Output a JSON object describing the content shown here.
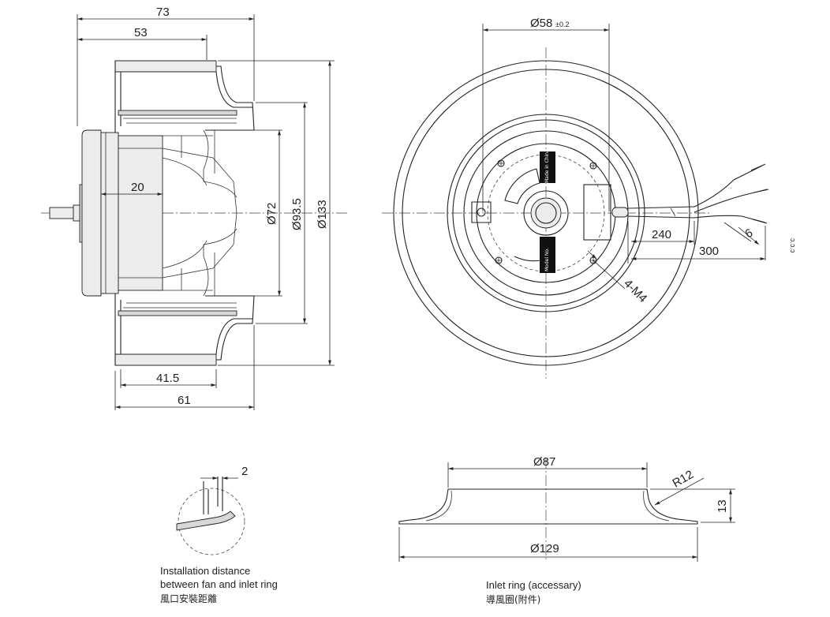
{
  "side_view": {
    "dims": {
      "overall_length": "73",
      "wheel_length": "53",
      "shaft_offset": "20",
      "dia_72": "Ø72",
      "dia_93_5": "Ø93.5",
      "dia_133": "Ø133",
      "bottom_41_5": "41.5",
      "bottom_61": "61"
    }
  },
  "front_view": {
    "dims": {
      "dia_58": "Ø58",
      "dia_58_tol": "±0.2",
      "lead_240": "240",
      "lead_300": "300",
      "strip_6": "6",
      "screws": "4-M4",
      "cut_text": "ɔ.ɔ.ɔ"
    },
    "labels": {
      "label_top": "Made in China",
      "label_bottom": "Model No."
    }
  },
  "detail_view": {
    "dims": {
      "gap": "2"
    },
    "caption_en_1": "Installation distance",
    "caption_en_2": "between fan and inlet ring",
    "caption_cn": "風口安裝距離"
  },
  "inlet_ring_view": {
    "dims": {
      "dia_87": "Ø87",
      "radius": "R12",
      "height": "13",
      "dia_129": "Ø129"
    },
    "caption_en": "Inlet ring  (accessary)",
    "caption_cn": "導風圈(附件)"
  }
}
